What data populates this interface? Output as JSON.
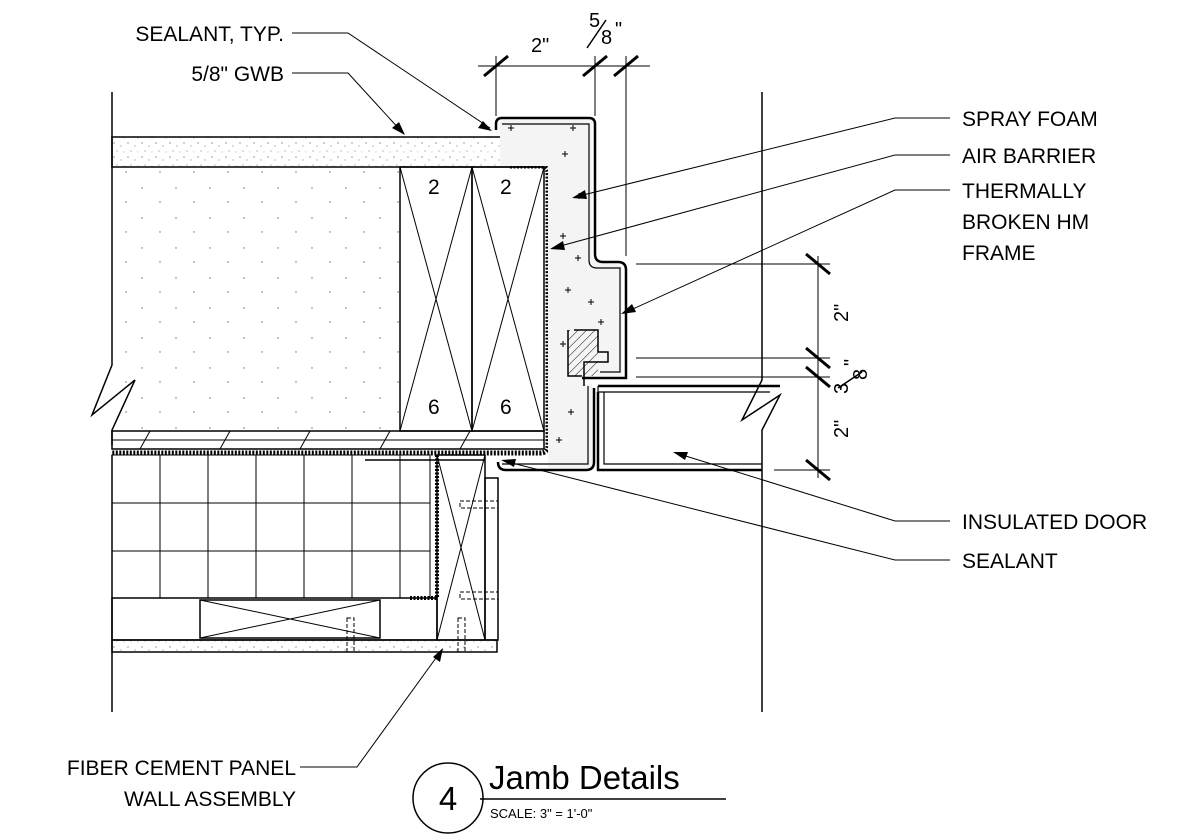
{
  "labels": {
    "sealant_typ": "SEALANT, TYP.",
    "gwb": "5/8\" GWB",
    "spray_foam": "SPRAY FOAM",
    "air_barrier": "AIR BARRIER",
    "frame_line1": "THERMALLY",
    "frame_line2": "BROKEN HM",
    "frame_line3": "FRAME",
    "insulated_door": "INSULATED DOOR",
    "sealant": "SEALANT",
    "panel_line1": "FIBER CEMENT PANEL",
    "panel_line2": "WALL ASSEMBLY"
  },
  "dimensions": {
    "top_left": "2\"",
    "top_right_num": "5",
    "top_right_den": "8",
    "top_right_unit": "\"",
    "right_upper": "2\"",
    "right_mid_num": "3",
    "right_mid_den": "8",
    "right_mid_unit": "\"",
    "right_lower": "2\""
  },
  "stud_marks": {
    "top_left": "2",
    "top_right": "2",
    "bottom_left": "6",
    "bottom_right": "6"
  },
  "title_block": {
    "number": "4",
    "title": "Jamb Details",
    "scale": "SCALE: 3\" = 1'-0\""
  }
}
